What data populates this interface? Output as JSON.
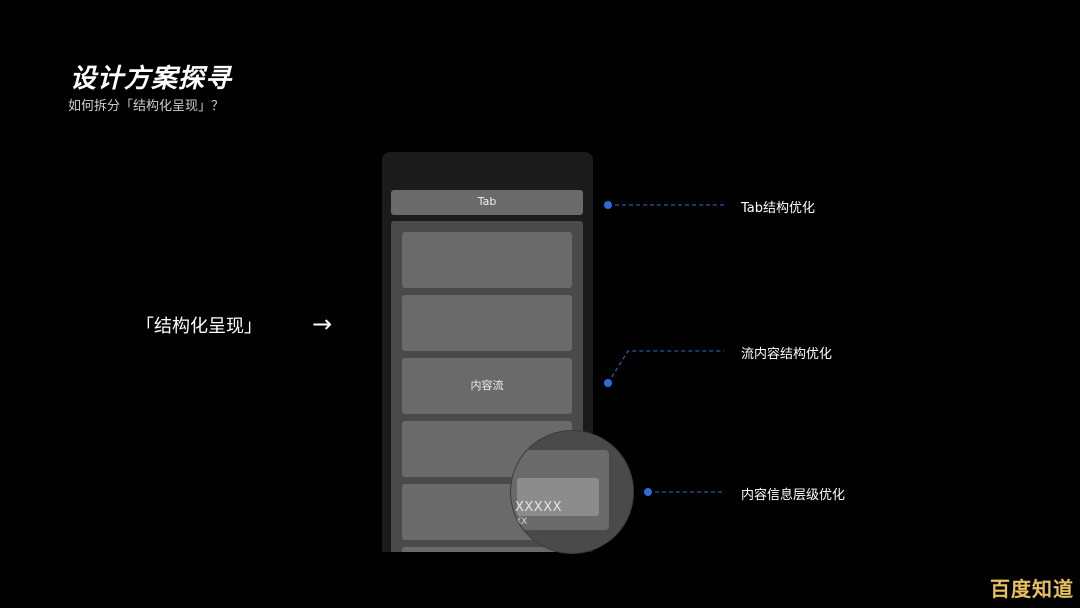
{
  "header": {
    "title": "设计方案探寻",
    "subtitle": "如何拆分「结构化呈现」？"
  },
  "left": {
    "label": "「结构化呈现」",
    "arrow": "→"
  },
  "phone": {
    "tab_label": "Tab",
    "feed_label": "内容流",
    "zoom_text_1": "XXXXX",
    "zoom_text_2": "XX"
  },
  "annotations": [
    {
      "label": "Tab结构优化"
    },
    {
      "label": "流内容结构优化"
    },
    {
      "label": "内容信息层级优化"
    }
  ],
  "colors": {
    "background": "#000000",
    "accent_dot": "#2f6bd8",
    "panel": "#1b1b1b",
    "block": "#6a6a6a"
  },
  "watermark": "百度知道"
}
